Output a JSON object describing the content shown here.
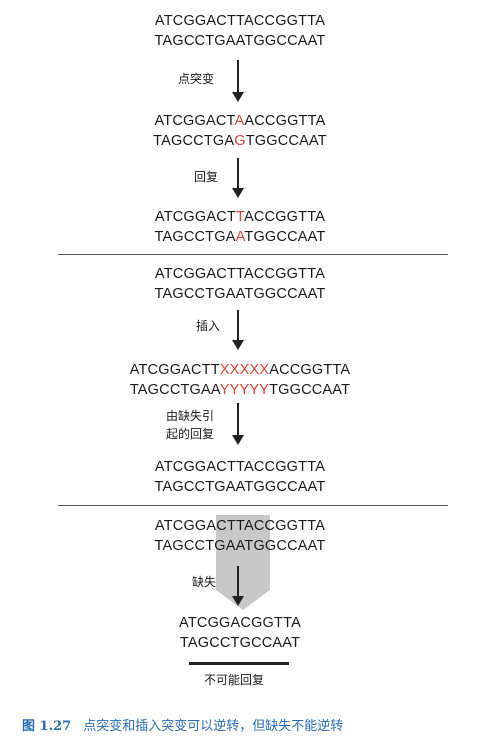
{
  "panel1": {
    "original": [
      "ATCGGACTTACCGGTTA",
      "TAGCCTGAATGGCCAAT"
    ],
    "step1_label": "点突变",
    "mutant_top": [
      "ATCGGACT",
      "A",
      "ACCGGTTA"
    ],
    "mutant_bottom": [
      "TAGCCTGA",
      "G",
      "TGGCCAAT"
    ],
    "step2_label": "回复",
    "revert_top": [
      "ATCGGACT",
      "T",
      "ACCGGTTA"
    ],
    "revert_bottom": [
      "TAGCCTGA",
      "A",
      "TGGCCAAT"
    ]
  },
  "panel2": {
    "original": [
      "ATCGGACTTACCGGTTA",
      "TAGCCTGAATGGCCAAT"
    ],
    "step1_label": "插入",
    "insert_top": [
      "ATCGGACTT",
      "XXXXX",
      "ACCGGTTA"
    ],
    "insert_bottom": [
      "TAGCCTGAA",
      "YYYYY",
      "TGGCCAAT"
    ],
    "step2_label": [
      "由缺失引",
      "起的回复"
    ],
    "revert": [
      "ATCGGACTTACCGGTTA",
      "TAGCCTGAATGGCCAAT"
    ]
  },
  "panel3": {
    "original": [
      "ATCGGACTTACCGGTTA",
      "TAGCCTGAATGGCCAAT"
    ],
    "step_label": "缺失",
    "result": [
      "ATCGGACGGTTA",
      "TAGCCTGCCAAT"
    ],
    "footer_label": "不可能回复"
  },
  "caption": {
    "number": "图 1.27",
    "text": "点突变和插入突变可以逆转，但缺失不能逆转"
  },
  "colors": {
    "mutation": "#e0403a",
    "caption": "#2a6db5",
    "shade": "#c8c8c8"
  }
}
